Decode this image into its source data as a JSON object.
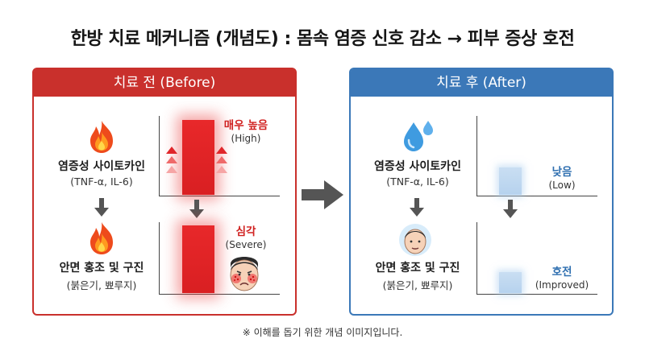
{
  "title": "한방 치료 메커니즘 (개념도) : 몸속 염증 신호 감소 → 피부 증상 호전",
  "before": {
    "header": "치료 전 (Before)",
    "row1": {
      "label": "염증성 사이토카인",
      "sublabel": "(TNF-α, IL-6)",
      "icon": "fire-icon"
    },
    "row2": {
      "label": "안면 홍조 및 구진",
      "sublabel": "(붉은기, 뾰루지)",
      "icon": "fire-icon"
    },
    "bar1": {
      "label": "매우 높음",
      "sublabel": "(High)",
      "level": 0.95
    },
    "bar2": {
      "label": "심각",
      "sublabel": "(Severe)",
      "level": 0.95
    },
    "colors": {
      "accent": "#c9302c",
      "bar": "#e0262a"
    }
  },
  "after": {
    "header": "치료 후 (After)",
    "row1": {
      "label": "염증성 사이토카인",
      "sublabel": "(TNF-α, IL-6)",
      "icon": "water-drops-icon"
    },
    "row2": {
      "label": "안면 홍조 및 구진",
      "sublabel": "(붉은기, 뾰루지)",
      "icon": "calm-face-icon"
    },
    "bar1": {
      "label": "낮음",
      "sublabel": "(Low)",
      "level": 0.35
    },
    "bar2": {
      "label": "호전",
      "sublabel": "(Improved)",
      "level": 0.3
    },
    "colors": {
      "accent": "#3b78b8",
      "bar": "#c0d9f0"
    }
  },
  "footnote": "※ 이해를 돕기 위한 개념 이미지입니다."
}
